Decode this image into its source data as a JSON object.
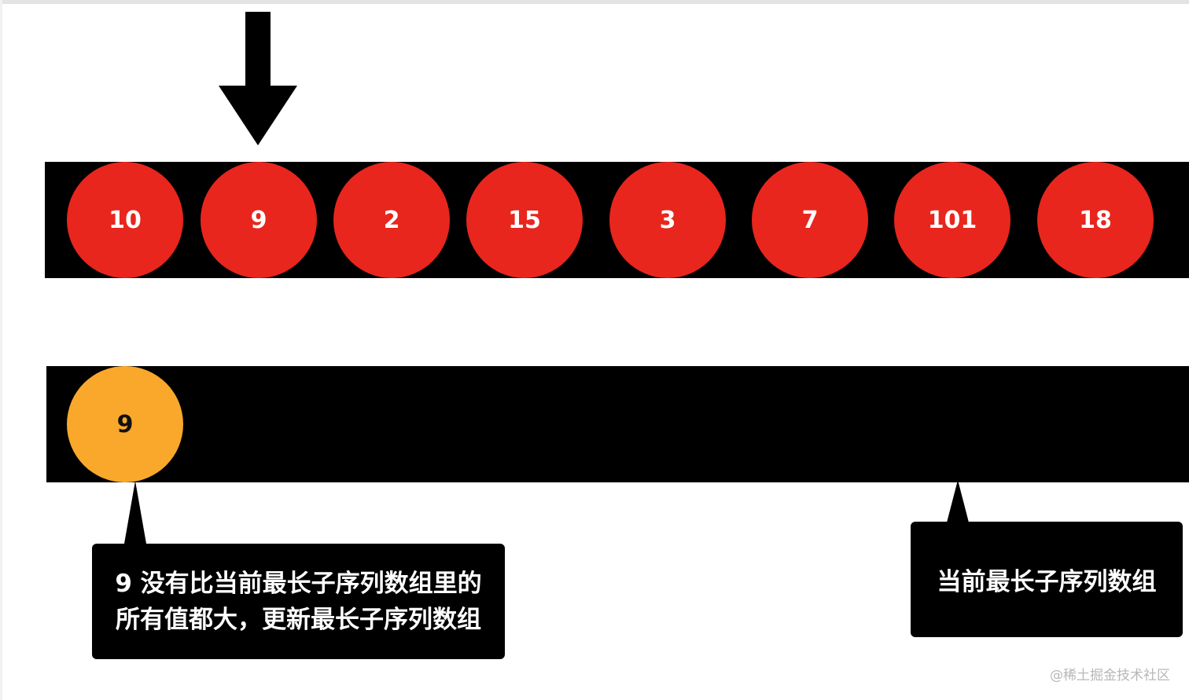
{
  "diagram": {
    "input_array": {
      "values": [
        "10",
        "9",
        "2",
        "15",
        "3",
        "7",
        "101",
        "18"
      ],
      "node_color": "#e8261d",
      "pointer_index": 1
    },
    "lis_array": {
      "values": [
        "9"
      ],
      "node_color": "#f9a82b"
    },
    "callout_left": {
      "line1": "9 没有比当前最长子序列数组里的",
      "line2": "所有值都大，更新最长子序列数组"
    },
    "callout_right": {
      "text": "当前最长子序列数组"
    },
    "watermark": "@稀土掘金技术社区",
    "colors": {
      "bar": "#000000",
      "red_node": "#e8261d",
      "orange_node": "#f9a82b",
      "arrow": "#000000"
    }
  }
}
